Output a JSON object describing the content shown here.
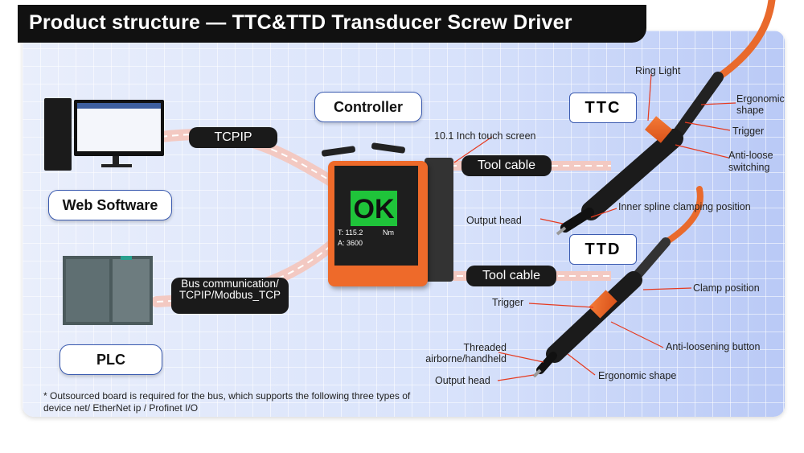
{
  "title": "Product structure — TTC&TTD Transducer Screw Driver",
  "pills": {
    "tcpip": "TCPIP",
    "tool_cable_top": "Tool cable",
    "tool_cable_bottom": "Tool cable",
    "bus": "Bus communication/ TCPIP/Modbus_TCP"
  },
  "callouts": {
    "controller": "Controller",
    "web_software": "Web Software",
    "plc": "PLC"
  },
  "models": {
    "ttc": "TTC",
    "ttd": "TTD"
  },
  "controller_screen": {
    "ok": "OK",
    "torque": "T: 115.2",
    "torque_unit": "Nm",
    "angle": "A: 3600"
  },
  "labels": {
    "touch_screen": "10.1 Inch touch screen",
    "ring_light": "Ring Light",
    "ergonomic_shape_top": "Ergonomic shape",
    "trigger_top": "Trigger",
    "anti_loose": "Anti-loose switching",
    "output_head_top": "Output head",
    "inner_spline": "Inner spline clamping position",
    "clamp_position": "Clamp position",
    "trigger_bottom": "Trigger",
    "threaded": "Threaded airborne/handheld",
    "anti_loosening_button": "Anti-loosening button",
    "output_head_bottom": "Output head",
    "ergonomic_shape_bottom": "Ergonomic shape"
  },
  "note": "* Outsourced board is required for the bus, which supports the following three types of device net/ EtherNet ip / Profinet I/O",
  "colors": {
    "accent_orange": "#ee6a2a",
    "panel_blue": "#d9e3fb",
    "ok_green": "#1fc43a"
  }
}
